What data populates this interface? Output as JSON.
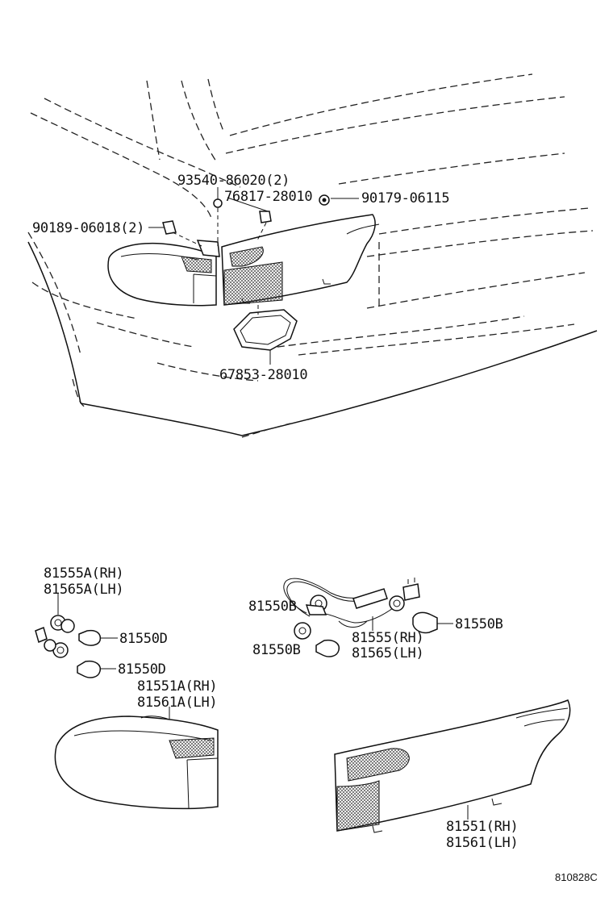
{
  "parts": {
    "p93540": "93540-86020(2)",
    "p76817": "76817-28010",
    "p90179": "90179-06115",
    "p90189": "90189-06018(2)",
    "p67853": "67853-28010",
    "p81555a_rh": "81555A(RH)",
    "p81565a_lh": "81565A(LH)",
    "p81550d_1": "81550D",
    "p81550d_2": "81550D",
    "p81551a_rh": "81551A(RH)",
    "p81561a_lh": "81561A(LH)",
    "p81550b_1": "81550B",
    "p81550b_2": "81550B",
    "p81550b_3": "81550B",
    "p81555_rh": "81555(RH)",
    "p81565_lh": "81565(LH)",
    "p81551_rh": "81551(RH)",
    "p81561_lh": "81561(LH)"
  },
  "figure_code": "810828C"
}
